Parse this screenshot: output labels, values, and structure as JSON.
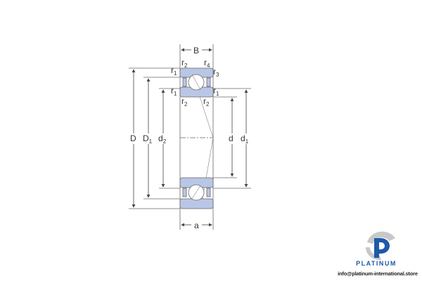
{
  "diagram": {
    "labels": {
      "B": "B",
      "a": "a",
      "D": "D",
      "D1": {
        "main": "D",
        "sub": "1"
      },
      "d2": {
        "main": "d",
        "sub": "2"
      },
      "d": "d",
      "d1": {
        "main": "d",
        "sub": "1"
      },
      "r1": {
        "main": "r",
        "sub": "1"
      },
      "r2": {
        "main": "r",
        "sub": "2"
      },
      "r3": {
        "main": "r",
        "sub": "3"
      },
      "r4": {
        "main": "r",
        "sub": "4"
      }
    },
    "colors": {
      "ring_fill": "#b9c6e6",
      "line": "#555555"
    }
  },
  "logo": {
    "brand": "PLATINUM",
    "email": "info@platinum-international.store",
    "colors": {
      "blue": "#1e5aa8",
      "gray": "#c8c8c8"
    }
  }
}
